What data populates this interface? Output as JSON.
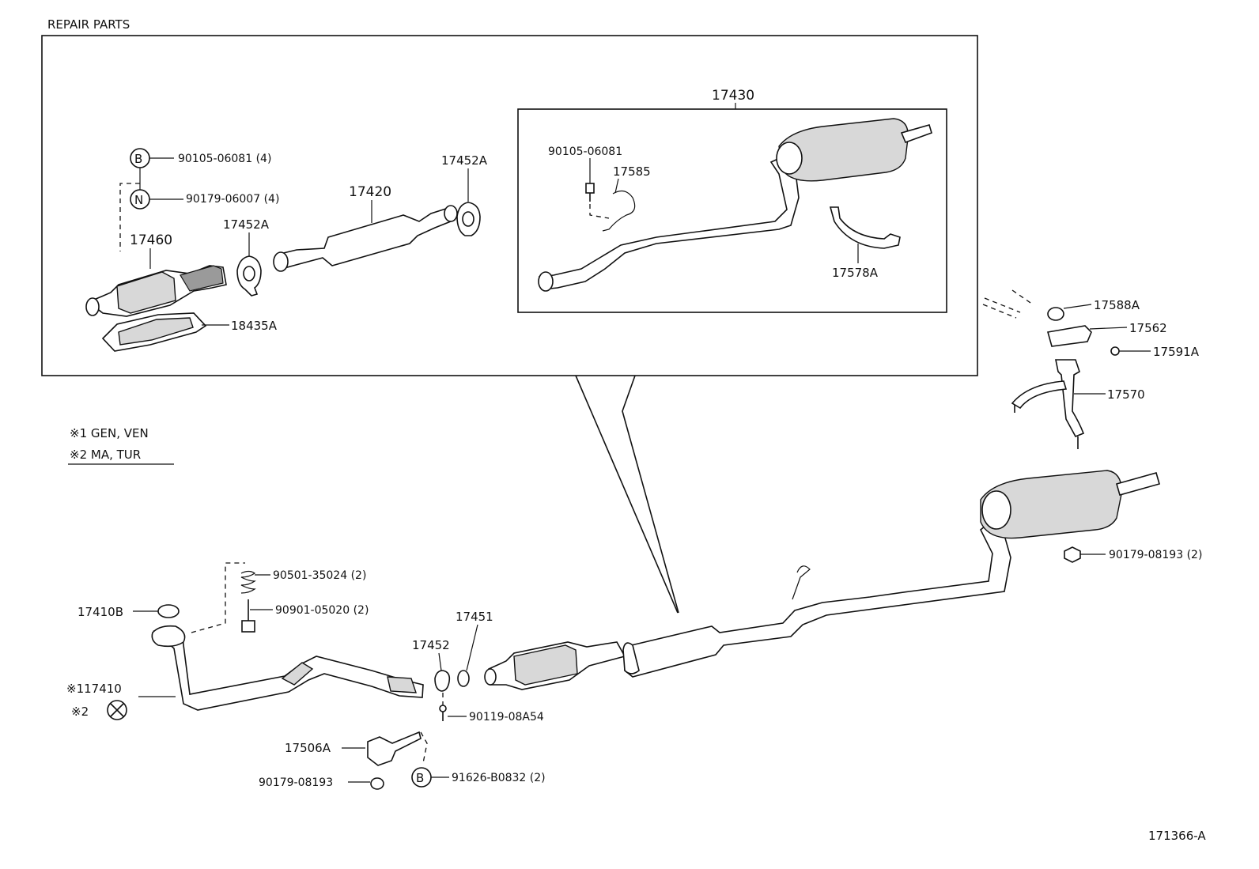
{
  "repair_parts": {
    "title": "REPAIR  PARTS"
  },
  "notes": {
    "note1": "※1  GEN, VEN",
    "note2": "※2  MA, TUR"
  },
  "symbols": {
    "b": "B",
    "n": "N",
    "ref2": "※2"
  },
  "labels": {
    "p17430": "17430",
    "p90105_06081_top": "90105-06081",
    "p17585": "17585",
    "p17578A": "17578A",
    "p90105_06081_b": "90105-06081 (4)",
    "p90179_06007": "90179-06007 (4)",
    "p17460": "17460",
    "p17452A_left": "17452A",
    "p17420": "17420",
    "p17452A_right": "17452A",
    "p18435A": "18435A",
    "p17588A": "17588A",
    "p17562": "17562",
    "p17591A": "17591A",
    "p17570": "17570",
    "p90179_08193_right": "90179-08193 (2)",
    "p90501_35024": "90501-35024 (2)",
    "p90901_05020": "90901-05020 (2)",
    "p17410B": "17410B",
    "p117410": "※117410",
    "p17452": "17452",
    "p17451": "17451",
    "p90119_08A54": "90119-08A54",
    "p17506A": "17506A",
    "p90179_08193_bottom": "90179-08193",
    "p91626_B0832": "91626-B0832 (2)"
  },
  "figure_id": "171366-A"
}
